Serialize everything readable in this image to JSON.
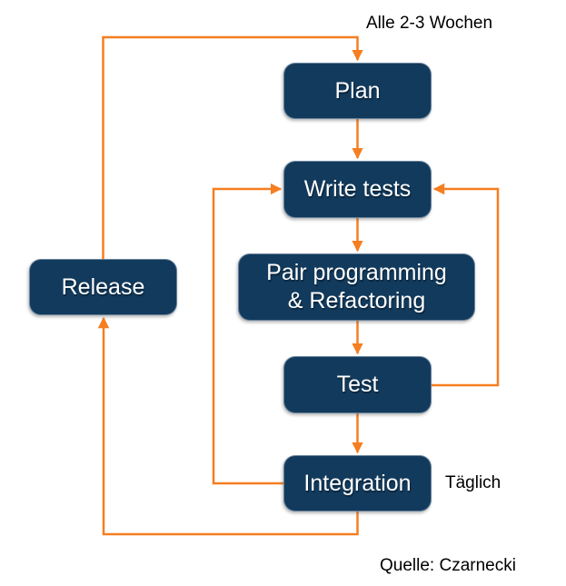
{
  "diagram": {
    "type": "flowchart",
    "annotations": {
      "cycle_label": "Alle 2-3 Wochen",
      "daily_label": "Täglich",
      "source_label": "Quelle: Czarnecki"
    },
    "colors": {
      "node_fill": "#123A5C",
      "node_text": "#FFFFFF",
      "arrow": "#F57E20",
      "annotation_text": "#000000",
      "background": "#FFFFFF"
    },
    "nodes": {
      "plan": {
        "label": "Plan"
      },
      "write_tests": {
        "label": "Write tests"
      },
      "pair_programming": {
        "label": "Pair programming\n& Refactoring"
      },
      "test": {
        "label": "Test"
      },
      "integration": {
        "label": "Integration"
      },
      "release": {
        "label": "Release"
      }
    },
    "edges": [
      {
        "from": "release",
        "to": "plan",
        "label": "Alle 2-3 Wochen"
      },
      {
        "from": "plan",
        "to": "write_tests",
        "label": ""
      },
      {
        "from": "write_tests",
        "to": "pair_programming",
        "label": ""
      },
      {
        "from": "pair_programming",
        "to": "test",
        "label": ""
      },
      {
        "from": "test",
        "to": "integration",
        "label": ""
      },
      {
        "from": "test",
        "to": "write_tests",
        "label": ""
      },
      {
        "from": "integration",
        "to": "write_tests",
        "label": ""
      },
      {
        "from": "integration",
        "to": "release",
        "label": "Täglich"
      }
    ]
  }
}
